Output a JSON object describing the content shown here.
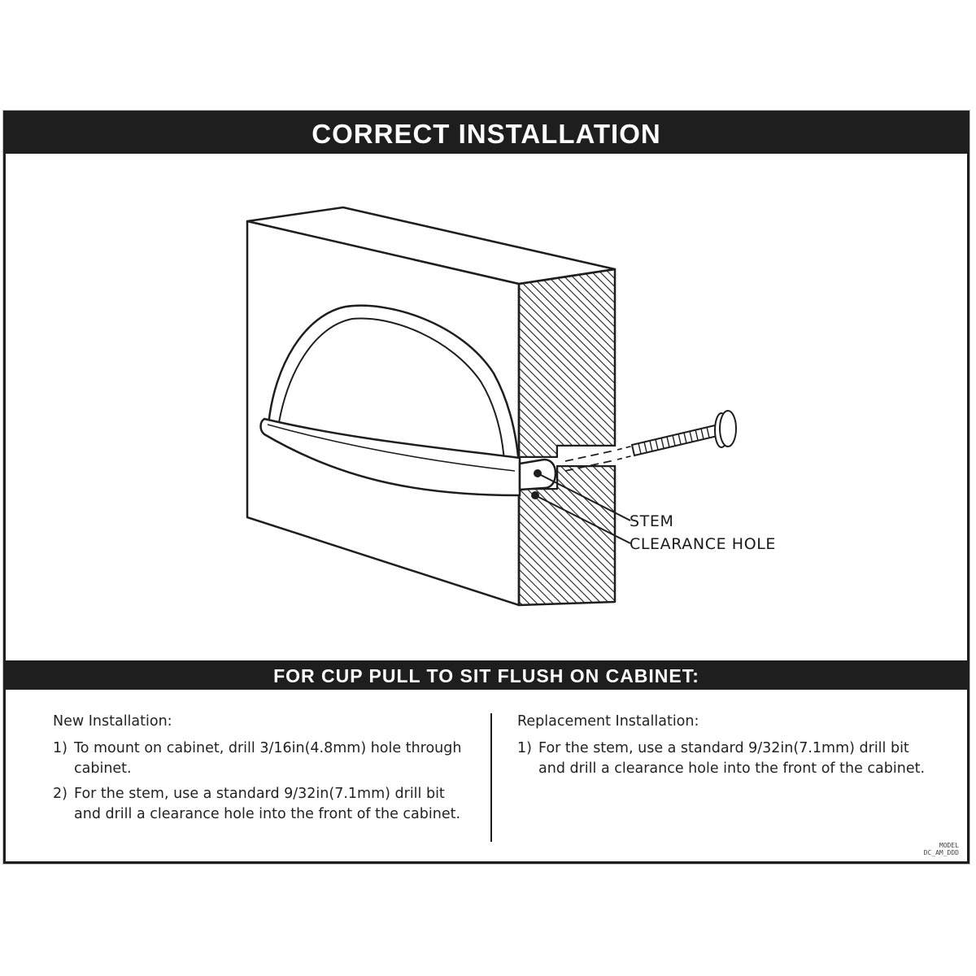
{
  "header": {
    "title": "CORRECT INSTALLATION"
  },
  "diagram": {
    "callouts": {
      "stem": "STEM",
      "clearance_hole": "CLEARANCE HOLE"
    }
  },
  "subheader": {
    "title": "FOR CUP PULL TO SIT FLUSH ON CABINET:"
  },
  "new_installation": {
    "heading": "New Installation:",
    "steps": [
      {
        "num": "1)",
        "text": "To mount on cabinet, drill 3/16in(4.8mm) hole through cabinet."
      },
      {
        "num": "2)",
        "text": "For the stem, use a standard 9/32in(7.1mm) drill bit and drill a clearance hole into the front of the cabinet."
      }
    ]
  },
  "replacement_installation": {
    "heading": "Replacement Installation:",
    "steps": [
      {
        "num": "1)",
        "text": "For the stem, use a standard 9/32in(7.1mm) drill bit and drill a clearance hole into the front of the cabinet."
      }
    ]
  },
  "reference": {
    "line1": "MODEL",
    "line2": "DC_AM_DDD"
  }
}
